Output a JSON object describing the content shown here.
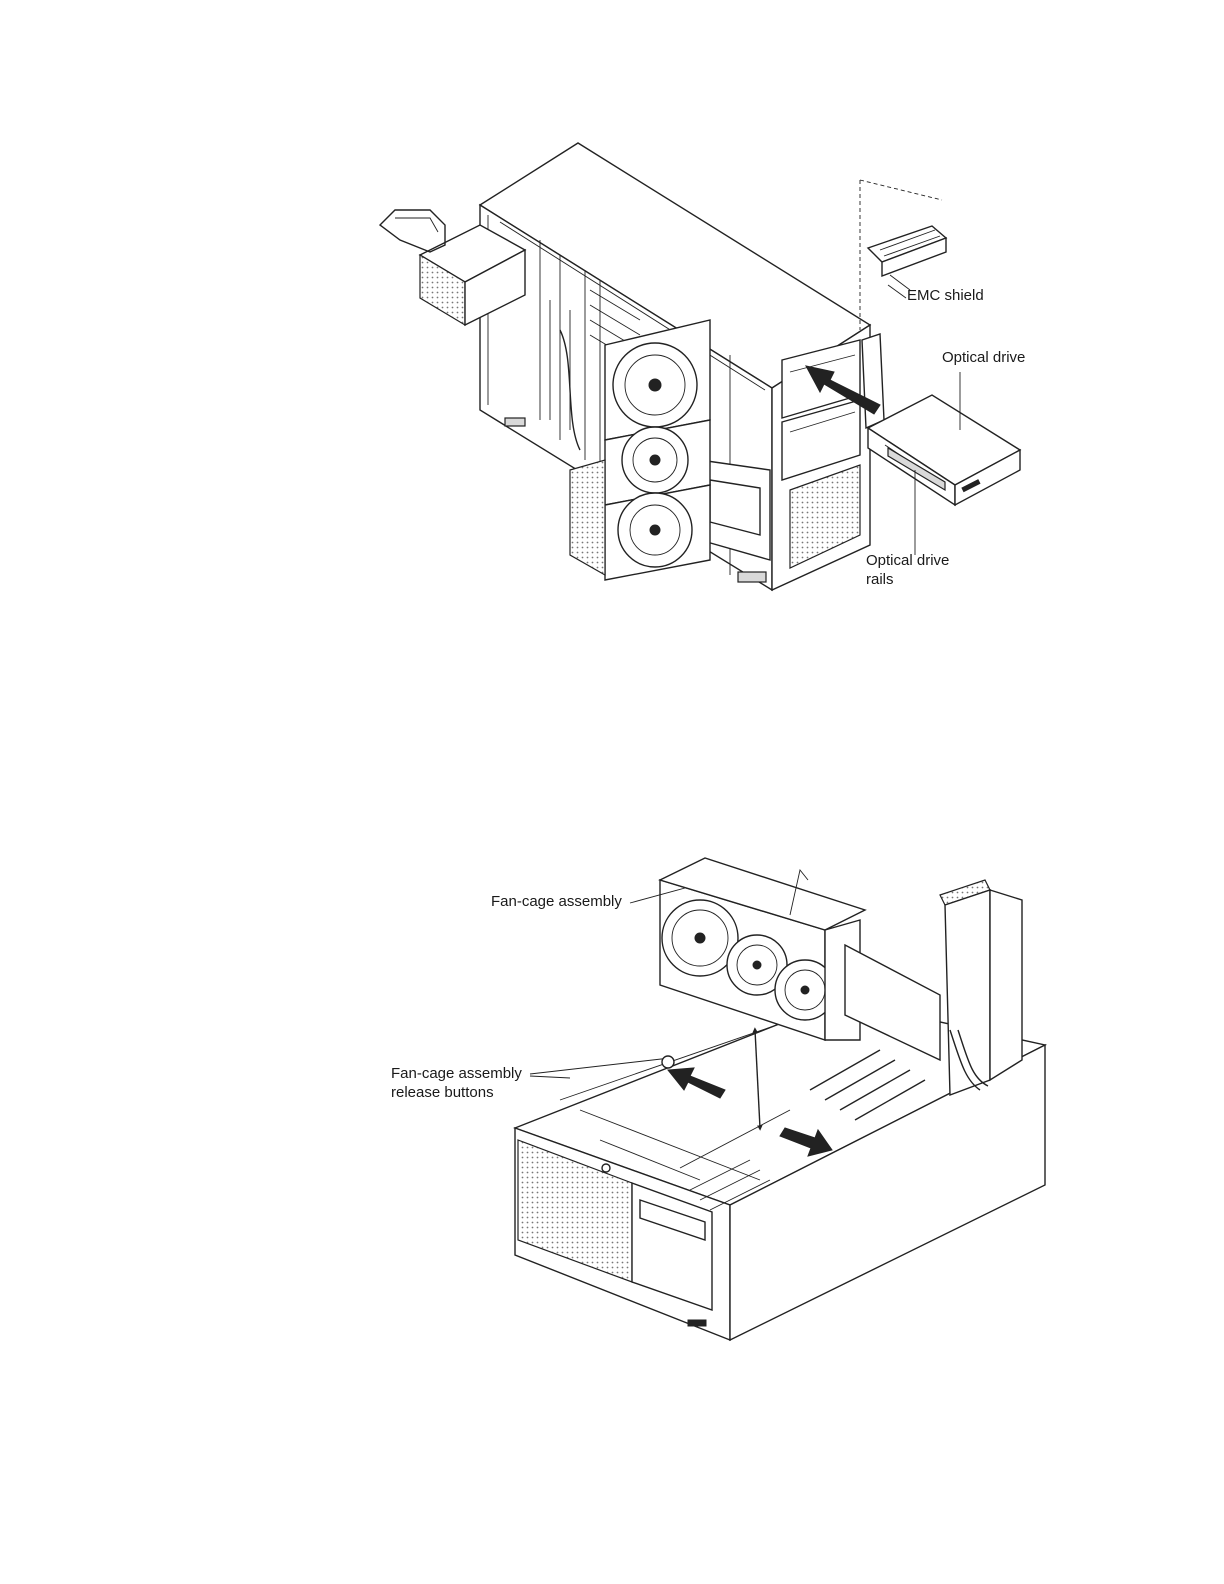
{
  "figure1": {
    "labels": {
      "emc_shield": "EMC shield",
      "optical_drive": "Optical drive",
      "optical_drive_rails_line1": "Optical drive",
      "optical_drive_rails_line2": "rails"
    }
  },
  "figure2": {
    "labels": {
      "fan_cage_assembly": "Fan-cage assembly",
      "release_buttons_line1": "Fan-cage assembly",
      "release_buttons_line2": "release buttons"
    }
  }
}
